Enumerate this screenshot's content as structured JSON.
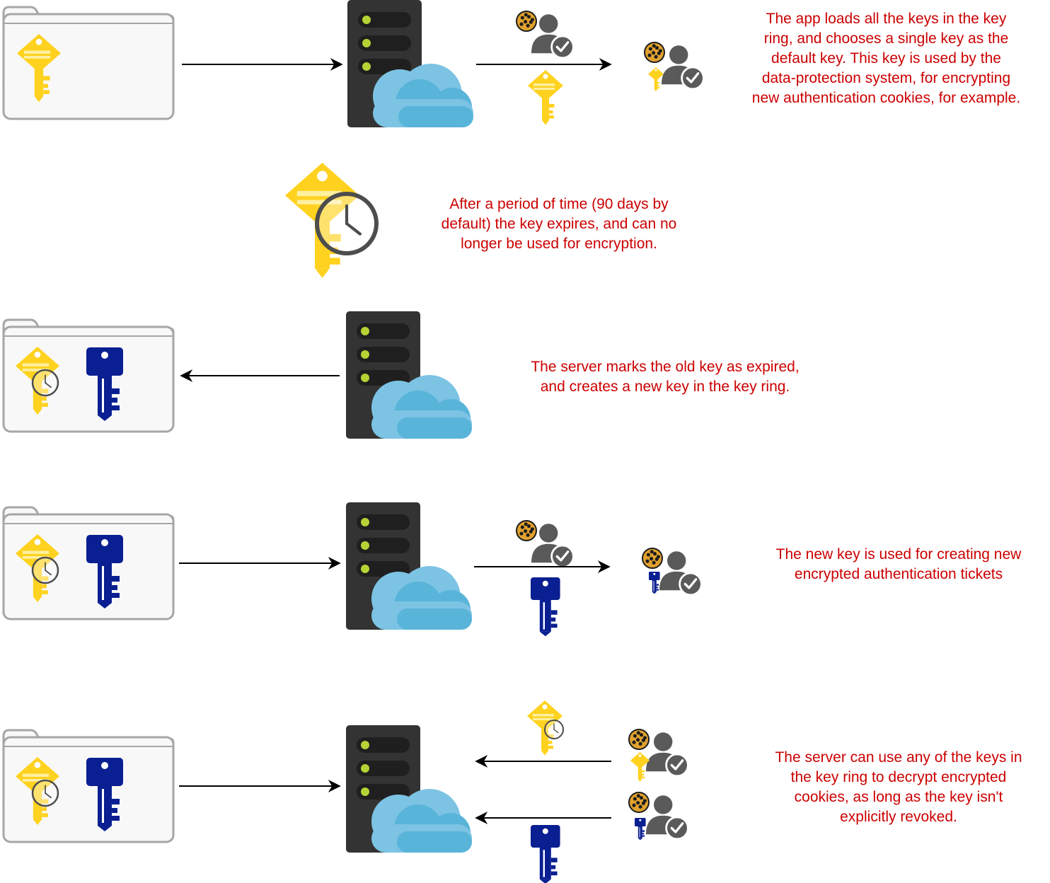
{
  "colors": {
    "annotation_text": "#cc0000",
    "folder_stroke": "#a6a6a6",
    "folder_fill": "#f8f8f8",
    "server_body": "#333333",
    "server_slot": "#1f1f1f",
    "server_led": "#b5d334",
    "cloud_light": "#7cc3e4",
    "cloud_dark": "#59b4d9",
    "key_yellow": "#ffd21f",
    "key_yellow_stripe": "#fff0a0",
    "key_blue": "#0a1f91",
    "user_gray": "#5a5a5a",
    "clock_stroke": "#4d4d4d",
    "arrow": "#000000"
  },
  "annotations": {
    "step1": "The app loads all the keys in the key\nring, and chooses a single key as the\ndefault key. This key is used by the\ndata-protection system, for encrypting\nnew authentication cookies, for example.",
    "step2": "After a period of time (90 days by\ndefault) the key expires, and can no\nlonger be used for encryption.",
    "step3": "The server marks the old key as expired,\nand creates a new key in the key ring.",
    "step4": "The new key is used for creating new\nencrypted authentication tickets",
    "step5": "The server can use any of the keys in\nthe key ring to decrypt encrypted\ncookies, as long as the key isn't\nexplicitly revoked."
  },
  "icons": [
    "folder-icon",
    "key-icon",
    "expired-key-icon",
    "server-icon",
    "cloud-icon",
    "cookie-icon",
    "user-check-icon",
    "clock-icon",
    "arrow"
  ]
}
